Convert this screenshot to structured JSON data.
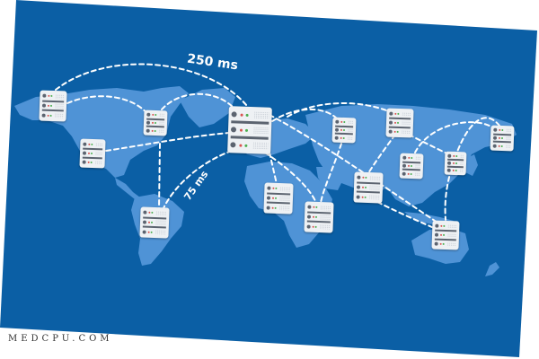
{
  "colors": {
    "ocean": "#0b5fa5",
    "land": "#4f93d6",
    "link": "#ffffff",
    "server_body": "#eef1f4",
    "server_divider": "#5c6470",
    "led_red": "#d9534f",
    "led_green": "#4caf50",
    "watermark": "#333333"
  },
  "latency_labels": [
    {
      "id": "long-haul",
      "text": "250 ms"
    },
    {
      "id": "short-haul",
      "text": "75 ms"
    }
  ],
  "watermark": "MEDCPU.COM",
  "servers": [
    {
      "id": "na-west",
      "region": "North America West"
    },
    {
      "id": "na-east",
      "region": "North America East"
    },
    {
      "id": "na-south",
      "region": "North America South"
    },
    {
      "id": "europe-origin",
      "region": "Europe (origin)"
    },
    {
      "id": "south-america",
      "region": "South America"
    },
    {
      "id": "west-africa",
      "region": "West Africa"
    },
    {
      "id": "south-africa",
      "region": "South Africa"
    },
    {
      "id": "russia-west",
      "region": "Russia West"
    },
    {
      "id": "russia-central",
      "region": "Russia Central"
    },
    {
      "id": "india",
      "region": "India"
    },
    {
      "id": "china",
      "region": "China"
    },
    {
      "id": "japan",
      "region": "Japan"
    },
    {
      "id": "russia-east",
      "region": "Russia East"
    },
    {
      "id": "australia",
      "region": "Australia"
    }
  ]
}
